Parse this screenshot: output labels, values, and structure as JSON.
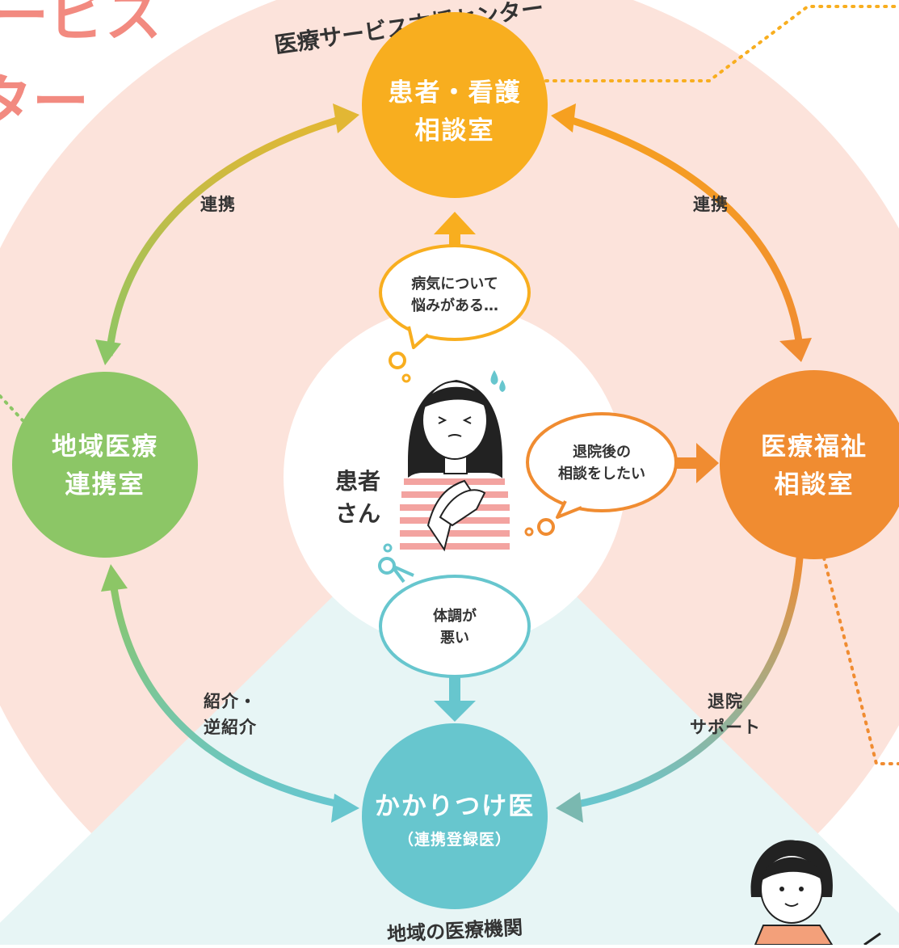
{
  "header": {
    "title_fragment_1": "ービス",
    "title_fragment_2": "ター",
    "arc_title": "医療サービス支援センター"
  },
  "hubs": {
    "patient_nursing": {
      "line1": "患者・看護",
      "line2": "相談室",
      "color": "#f8ae1f"
    },
    "welfare": {
      "line1": "医療福祉",
      "line2": "相談室",
      "color": "#f08c31"
    },
    "community": {
      "line1": "地域医療",
      "line2": "連携室",
      "color": "#8cc666"
    },
    "family_doctor": {
      "line1": "かかりつけ医",
      "line2": "（連携登録医）",
      "color": "#67c6ce"
    }
  },
  "links": {
    "top_left": "連携",
    "top_right": "連携",
    "bottom_left_1": "紹介・",
    "bottom_left_2": "逆紹介",
    "bottom_right_1": "退院",
    "bottom_right_2": "サポート"
  },
  "bubbles": {
    "illness_1": "病気について",
    "illness_2": "悩みがある…",
    "discharge_1": "退院後の",
    "discharge_2": "相談をしたい",
    "condition_1": "体調が",
    "condition_2": "悪い"
  },
  "patient": {
    "line1": "患者",
    "line2": "さん"
  },
  "footer": {
    "community_institutions": "地域の医療機関"
  },
  "colors": {
    "ring_top": "#fce3db",
    "ring_bottom": "#e7f5f5",
    "orange": "#f8ae1f",
    "dark_orange": "#f08c31",
    "green": "#8cc666",
    "teal": "#67c6ce",
    "title_pink": "#f28a80"
  }
}
